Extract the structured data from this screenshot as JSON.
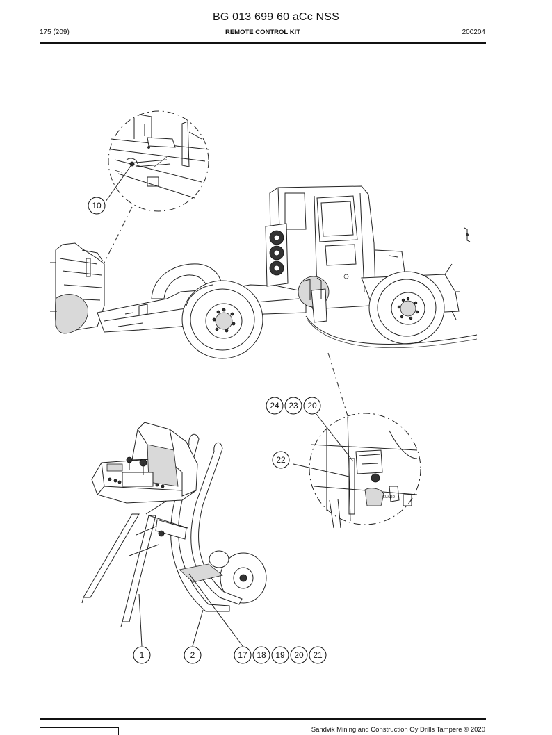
{
  "header": {
    "doc_title": "BG 013 699 60 aCc NSS",
    "page": "175 (209)",
    "section": "REMOTE CONTROL KIT",
    "date": "200204"
  },
  "callouts": {
    "c10": "10",
    "c24": "24",
    "c23": "23",
    "c20a": "20",
    "c22": "22",
    "c1": "1",
    "c2": "2",
    "c17": "17",
    "c18": "18",
    "c19": "19",
    "c20b": "20",
    "c21": "21"
  },
  "footer": {
    "copyright": "Sandvik Mining and Construction Oy Drills Tampere © 2020"
  }
}
